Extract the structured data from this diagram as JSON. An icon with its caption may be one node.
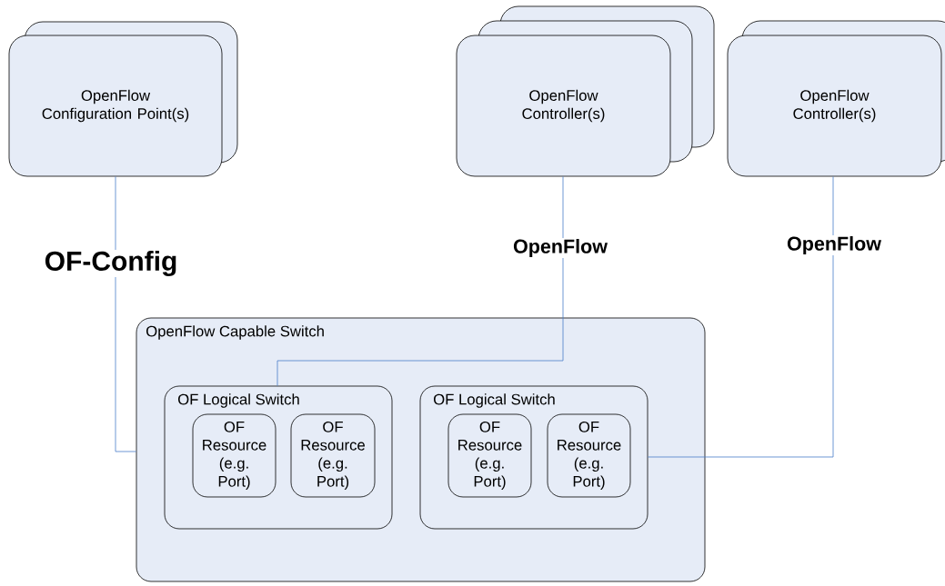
{
  "diagram": {
    "nodes": [
      {
        "text": [
          "OpenFlow Configuration Point(s)"
        ]
      },
      {
        "text": [
          "OpenFlow Controller(s)"
        ]
      },
      {
        "text": [
          "OpenFlow Controller(s)"
        ]
      },
      {
        "text": [
          "OpenFlow Capable Switch"
        ]
      },
      {
        "text": [
          "OF Logical Switch"
        ],
        "in": 3
      },
      {
        "text": [
          "OF Resource (e.g. Port)"
        ],
        "in": 4
      },
      {
        "text": [
          "OF Resource (e.g. Port)"
        ],
        "in": 4
      },
      {
        "text": [
          "OF Logical Switch"
        ],
        "in": 3
      },
      {
        "text": [
          "OF Resource (e.g. Port)"
        ],
        "in": 7
      },
      {
        "text": [
          "OF Resource (e.g. Port)"
        ],
        "in": 7
      }
    ],
    "edges": [
      {
        "from": 0,
        "to": 3,
        "arrow": "none",
        "label": "OF-Config"
      },
      {
        "from": 1,
        "to": 4,
        "arrow": "none",
        "label": "OpenFlow"
      },
      {
        "from": 2,
        "to": 7,
        "arrow": "none",
        "label": "OpenFlow"
      }
    ]
  }
}
